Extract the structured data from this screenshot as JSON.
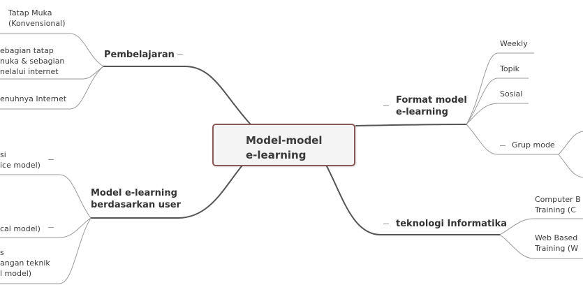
{
  "central": {
    "label": "Model-model\ne-learning"
  },
  "branches": {
    "pembelajaran": {
      "label": "Pembelajaran",
      "children": [
        "Tatap Muka\n(Konvensional)",
        "ebagian tatap\nnuka & sebagian\nnelalui internet",
        "enuhnya Internet"
      ]
    },
    "format": {
      "label": "Format model\ne-learning",
      "children": [
        "Weekly",
        "Topik",
        "Sosial",
        "Grup mode"
      ]
    },
    "user": {
      "label": "Model e-learning\nberdasarkan user",
      "children": [
        "si\nice model)",
        "cal model)",
        "s\nangan teknik\nl model)"
      ]
    },
    "teknologi": {
      "label": "teknologi Informatika",
      "children": [
        "Computer B\nTraining (C",
        "Web Based\nTraining (W"
      ]
    }
  },
  "colors": {
    "line": "#555555",
    "thin_line": "#9a9a9a",
    "central_border": "#8a5a5a"
  }
}
